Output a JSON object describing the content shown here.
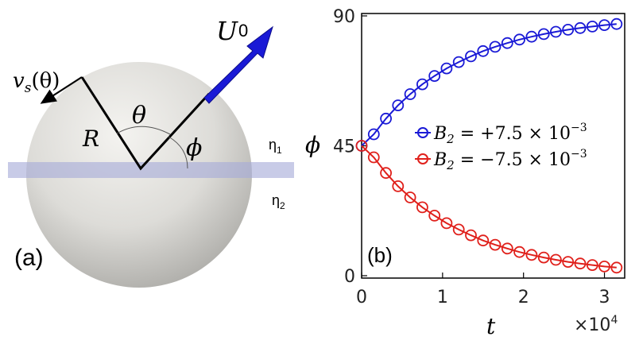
{
  "panel_a": {
    "label": "(a)",
    "velocity_label": "U",
    "velocity_sub": "0",
    "slip_label": "v",
    "slip_sub": "s",
    "slip_arg": "(θ)",
    "radius_label": "R",
    "theta_label": "θ",
    "phi_label": "ϕ",
    "eta_top": "η",
    "eta_top_sub": "1",
    "eta_bottom": "η",
    "eta_bottom_sub": "2",
    "colors": {
      "arrow": "#1a1ad6",
      "sphere": "#d9d8d4",
      "band": "#a7abd9"
    }
  },
  "panel_b": {
    "label": "(b)",
    "ylabel": "ϕ",
    "xlabel": "t",
    "x_multiplier": "×10",
    "x_multiplier_exp": "4",
    "legend": [
      {
        "text": "B",
        "sub": "2",
        "rest": " = +7.5 × 10",
        "exp": "−3"
      },
      {
        "text": "B",
        "sub": "2",
        "rest": " = −7.5 × 10",
        "exp": "−3"
      }
    ]
  },
  "chart_data": {
    "type": "line",
    "xlabel": "t",
    "ylabel": "ϕ",
    "xlim": [
      0,
      3.25
    ],
    "ylim": [
      0,
      90
    ],
    "xticks": [
      0,
      1,
      2,
      3
    ],
    "yticks": [
      0,
      45,
      90
    ],
    "x_scale_note": "×10^4",
    "grid": false,
    "legend_position": "center-right",
    "series": [
      {
        "name": "B2 = +7.5 × 10^-3",
        "color": "#1a1ad6",
        "x": [
          0,
          0.15,
          0.3,
          0.45,
          0.6,
          0.75,
          0.9,
          1.05,
          1.2,
          1.35,
          1.5,
          1.65,
          1.8,
          1.95,
          2.1,
          2.25,
          2.4,
          2.55,
          2.7,
          2.85,
          3.0,
          3.15
        ],
        "y": [
          45.0,
          49.0,
          54.4,
          59.0,
          62.9,
          66.3,
          69.2,
          71.8,
          74.0,
          76.0,
          77.8,
          79.3,
          80.6,
          81.8,
          82.8,
          83.7,
          84.5,
          85.2,
          85.8,
          86.3,
          86.8,
          87.2
        ]
      },
      {
        "name": "B2 = −7.5 × 10^-3",
        "color": "#e0201b",
        "x": [
          0,
          0.15,
          0.3,
          0.45,
          0.6,
          0.75,
          0.9,
          1.05,
          1.2,
          1.35,
          1.5,
          1.65,
          1.8,
          1.95,
          2.1,
          2.25,
          2.4,
          2.55,
          2.7,
          2.85,
          3.0,
          3.15
        ],
        "y": [
          45.0,
          41.0,
          35.6,
          31.0,
          27.1,
          23.7,
          20.8,
          18.2,
          16.0,
          14.0,
          12.2,
          10.7,
          9.4,
          8.2,
          7.2,
          6.3,
          5.5,
          4.8,
          4.2,
          3.7,
          3.2,
          2.8
        ]
      }
    ]
  }
}
